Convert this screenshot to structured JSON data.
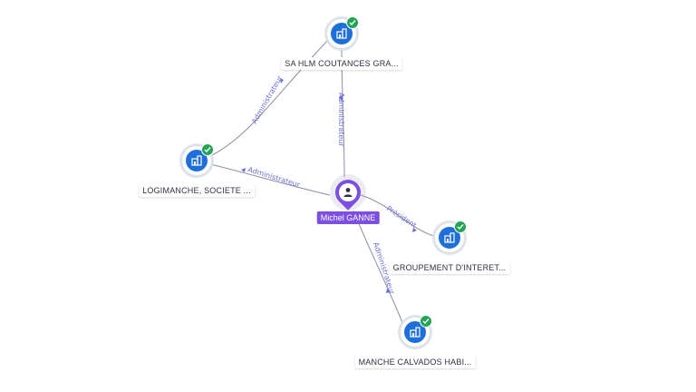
{
  "colors": {
    "company": "#1e6fd9",
    "person": "#7d4fe0",
    "verified": "#23a455",
    "edge_label": "#6b6fd6"
  },
  "person": {
    "label": "Michel GANNE",
    "icon": "person-icon"
  },
  "companies": [
    {
      "id": "sa-hlm",
      "label": "SA HLM COUTANCES GRA...",
      "icon": "building-icon",
      "verified": true
    },
    {
      "id": "logimanche",
      "label": "LOGIMANCHE, SOCIETE ...",
      "icon": "building-icon",
      "verified": true
    },
    {
      "id": "groupement",
      "label": "GROUPEMENT D'INTERET...",
      "icon": "building-icon",
      "verified": true
    },
    {
      "id": "manche-calvados",
      "label": "MANCHE CALVADOS HABI...",
      "icon": "building-icon",
      "verified": true
    }
  ],
  "edges": [
    {
      "id": "person-sa-hlm",
      "label": "Administrateur"
    },
    {
      "id": "person-logimanche",
      "label": "Administrateur"
    },
    {
      "id": "person-groupement",
      "label": "Président"
    },
    {
      "id": "person-manche-calvados",
      "label": "Administrateur"
    },
    {
      "id": "logimanche-sa-hlm",
      "label": "Administrateur"
    }
  ]
}
